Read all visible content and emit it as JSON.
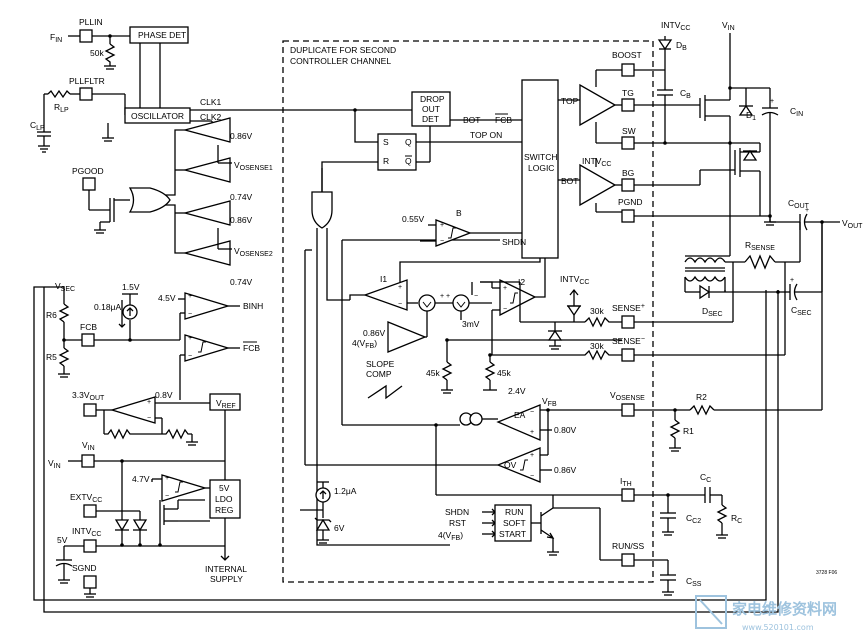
{
  "pins_left": {
    "fin": "F",
    "fin_sub": "IN",
    "pllin": "PLLIN",
    "pllfltr": "PLLFLTR",
    "rlp": "R",
    "rlp_sub": "LP",
    "clp": "C",
    "clp_sub": "LP",
    "pgood": "PGOOD",
    "vsec": "V",
    "vsec_sub": "SEC",
    "r6": "R6",
    "r5": "R5",
    "fcb": "FCB",
    "v33out": "3.3V",
    "v33out_sub": "OUT",
    "vin_pin": "V",
    "vin_pin_sub": "IN",
    "vin_left": "V",
    "vin_left_sub": "IN",
    "extvcc": "EXTV",
    "extvcc_sub": "CC",
    "intvcc": "INTV",
    "intvcc_sub": "CC",
    "v5": "5V",
    "sgnd": "SGND"
  },
  "blocks": {
    "phase_det": "PHASE DET",
    "oscillator": "OSCILLATOR",
    "drop_out_det_1": "DROP",
    "drop_out_det_2": "OUT",
    "drop_out_det_3": "DET",
    "switch_logic_1": "SWITCH",
    "switch_logic_2": "LOGIC",
    "vref": "V",
    "vref_sub": "REF",
    "ldo_1": "5V",
    "ldo_2": "LDO",
    "ldo_3": "REG",
    "run_soft_start_1": "RUN",
    "run_soft_start_2": "SOFT",
    "run_soft_start_3": "START",
    "slope_comp_1": "SLOPE",
    "slope_comp_2": "COMP",
    "internal_supply_1": "INTERNAL",
    "internal_supply_2": "SUPPLY",
    "duplicate_1": "DUPLICATE FOR SECOND",
    "duplicate_2": "CONTROLLER CHANNEL"
  },
  "signals": {
    "clk1": "CLK1",
    "clk2": "CLK2",
    "bot": "BOT",
    "fcb_bar": "FCB",
    "top_on": "TOP ON",
    "top": "TOP",
    "bot2": "BOT",
    "s": "S",
    "r": "R",
    "q": "Q",
    "qbar": "Q",
    "shdn": "SHDN",
    "b": "B",
    "i1": "I1",
    "i2": "I2",
    "ea": "EA",
    "ov": "OV",
    "binh": "BINH",
    "fcb_out": "FCB",
    "shdn2": "SHDN",
    "rst": "RST",
    "vfb_in": "4(V",
    "vfb_in_sub": "FB",
    "vfb_in_end": ")",
    "vfb_in2": "4(V",
    "vfb_in2_sub": "FB",
    "vfb_in2_end": ")",
    "vfb": "V",
    "vfb_sub": "FB",
    "vosense1": "V",
    "vosense1_sub": "OSENSE1",
    "vosense2": "V",
    "vosense2_sub": "OSENSE2"
  },
  "values": {
    "r50k": "50k",
    "v086_a": "0.86V",
    "v074_a": "0.74V",
    "v086_b": "0.86V",
    "v074_b": "0.74V",
    "v15": "1.5V",
    "i018": "0.18",
    "i018_unit": "μA",
    "v45": "4.5V",
    "v08": "0.8V",
    "v47": "4.7V",
    "v055": "0.55V",
    "v086_c": "0.86V",
    "mv3": "3mV",
    "r45k_a": "45k",
    "r45k_b": "45k",
    "v24": "2.4V",
    "r30k_a": "30k",
    "r30k_b": "30k",
    "v080": "0.80V",
    "v086_d": "0.86V",
    "i12": "1.2",
    "i12_unit": "μA",
    "v6": "6V"
  },
  "pins_right": {
    "intvcc_top": "INTV",
    "intvcc_top_sub": "CC",
    "vin": "V",
    "vin_sub": "IN",
    "boost": "BOOST",
    "tg": "TG",
    "sw": "SW",
    "intvcc_mid": "INTV",
    "intvcc_mid_sub": "CC",
    "bg": "BG",
    "pgnd": "PGND",
    "sense_p": "SENSE",
    "sense_p_sup": "+",
    "sense_m": "SENSE",
    "sense_m_sup": "−",
    "vosense": "V",
    "vosense_sub": "OSENSE",
    "ith": "I",
    "ith_sub": "TH",
    "run_ss": "RUN/SS",
    "intvcc_sense": "INTV",
    "intvcc_sense_sub": "CC"
  },
  "external": {
    "db": "D",
    "db_sub": "B",
    "cb": "C",
    "cb_sub": "B",
    "d1": "D",
    "d1_sub": "1",
    "cin": "C",
    "cin_sub": "IN",
    "cout": "C",
    "cout_sub": "OUT",
    "vout": "V",
    "vout_sub": "OUT",
    "rsense": "R",
    "rsense_sub": "SENSE",
    "dsec": "D",
    "dsec_sub": "SEC",
    "csec": "C",
    "csec_sub": "SEC",
    "r2": "R2",
    "r1": "R1",
    "cc": "C",
    "cc_sub": "C",
    "cc2": "C",
    "cc2_sub": "C2",
    "rc": "R",
    "rc_sub": "C",
    "css": "C",
    "css_sub": "SS",
    "part_code": "3728 F06"
  },
  "watermark": {
    "brand": "家电维修资料网",
    "url": "www.520101.com"
  }
}
